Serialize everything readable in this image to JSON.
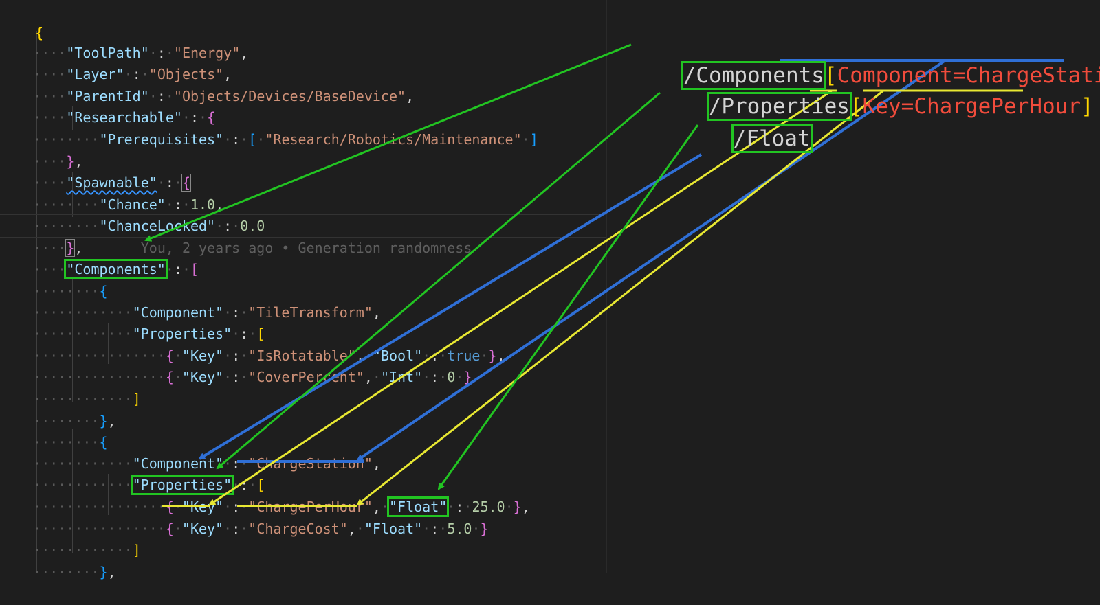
{
  "code": {
    "l_open": "{",
    "toolpath_key": "\"ToolPath\"",
    "toolpath_val": "\"Energy\"",
    "layer_key": "\"Layer\"",
    "layer_val": "\"Objects\"",
    "parentid_key": "\"ParentId\"",
    "parentid_val": "\"Objects/Devices/BaseDevice\"",
    "researchable_key": "\"Researchable\"",
    "prereq_key": "\"Prerequisites\"",
    "prereq_val": "\"Research/Robotics/Maintenance\"",
    "spawnable_key": "\"Spawnable\"",
    "chance_key": "\"Chance\"",
    "chance_val": "1.0",
    "chancelocked_key": "\"ChanceLocked\"",
    "chancelocked_val": "0.0",
    "blame": "You, 2 years ago • Generation randomness",
    "components_key": "\"Components\"",
    "component_key": "\"Component\"",
    "properties_key": "\"Properties\"",
    "tiletransform_val": "\"TileTransform\"",
    "key_key": "\"Key\"",
    "isrotatable_val": "\"IsRotatable\"",
    "bool_key": "\"Bool\"",
    "true_val": "true",
    "coverpercent_val": "\"CoverPercent\"",
    "int_key": "\"Int\"",
    "int_val": "0",
    "chargestation_val": "\"ChargeStation\"",
    "chargeperhour_val": "\"ChargePerHour\"",
    "float_key": "\"Float\"",
    "cph_val": "25.0",
    "chargecost_val": "\"ChargeCost\"",
    "cc_val": "5.0"
  },
  "annotation": {
    "seg_components": "/Components",
    "sel1_open": "[",
    "sel1_text": "Component=ChargeStation",
    "sel1_close": "]",
    "seg_properties": "/Properties",
    "sel2_open": "[",
    "sel2_key": "Key",
    "sel2_eq": "=",
    "sel2_val": "ChargePerHour",
    "sel2_close": "]",
    "seg_float": "/Float"
  },
  "colors": {
    "background": "#1e1e1e",
    "arrow_green": "#22c422",
    "arrow_yellow": "#e8e832",
    "arrow_blue": "#2f6fd6",
    "selector_red": "#f14c3c"
  }
}
